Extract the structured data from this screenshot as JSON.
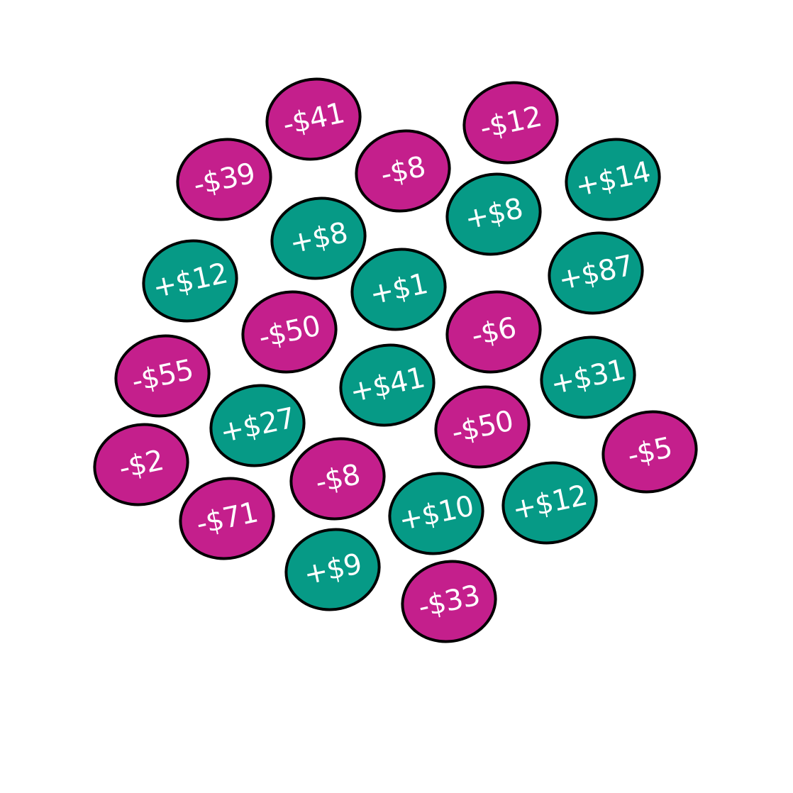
{
  "colors": {
    "negative": "#c41f8c",
    "positive": "#069a86",
    "border": "#000000",
    "background": "#ffffff"
  },
  "chips": [
    {
      "label": "-$41",
      "sign": "negative"
    },
    {
      "label": "-$12",
      "sign": "negative"
    },
    {
      "label": "-$39",
      "sign": "negative"
    },
    {
      "label": "-$8",
      "sign": "negative"
    },
    {
      "label": "+$14",
      "sign": "positive"
    },
    {
      "label": "+$8",
      "sign": "positive"
    },
    {
      "label": "+$8",
      "sign": "positive"
    },
    {
      "label": "+$12",
      "sign": "positive"
    },
    {
      "label": "+$87",
      "sign": "positive"
    },
    {
      "label": "+$1",
      "sign": "positive"
    },
    {
      "label": "-$50",
      "sign": "negative"
    },
    {
      "label": "-$6",
      "sign": "negative"
    },
    {
      "label": "-$55",
      "sign": "negative"
    },
    {
      "label": "+$41",
      "sign": "positive"
    },
    {
      "label": "+$31",
      "sign": "positive"
    },
    {
      "label": "+$27",
      "sign": "positive"
    },
    {
      "label": "-$50",
      "sign": "negative"
    },
    {
      "label": "-$5",
      "sign": "negative"
    },
    {
      "label": "-$2",
      "sign": "negative"
    },
    {
      "label": "-$8",
      "sign": "negative"
    },
    {
      "label": "+$12",
      "sign": "positive"
    },
    {
      "label": "-$71",
      "sign": "negative"
    },
    {
      "label": "+$10",
      "sign": "positive"
    },
    {
      "label": "+$9",
      "sign": "positive"
    },
    {
      "label": "-$33",
      "sign": "negative"
    }
  ]
}
